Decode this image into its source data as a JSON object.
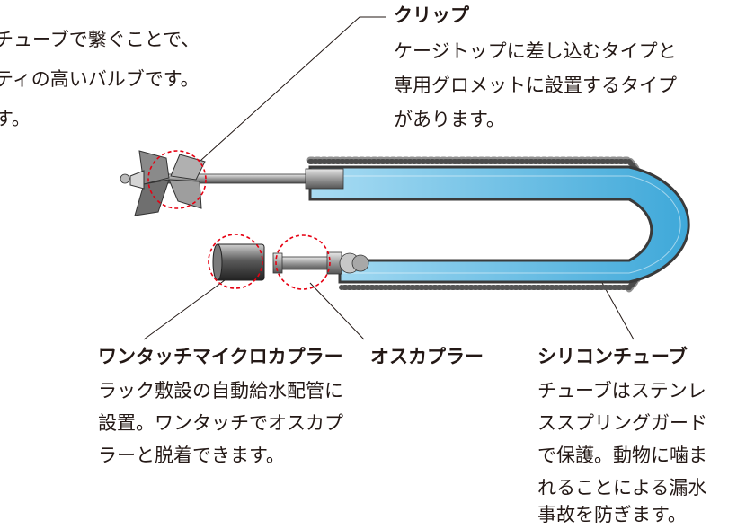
{
  "intro": {
    "lines": [
      "チューブで繋ぐことで、",
      "ティの高いバルブです。",
      "す。"
    ]
  },
  "callouts": {
    "clip": {
      "title": "クリップ",
      "lines": [
        "ケージトップに差し込むタイプと",
        "専用グロメットに設置するタイプ",
        "があります。"
      ]
    },
    "coupler": {
      "title": "ワンタッチマイクロカプラー",
      "lines": [
        "ラック敷設の自動給水配管に",
        "設置。ワンタッチでオスカプ",
        "ラーと脱着できます。"
      ]
    },
    "male": {
      "title": "オスカプラー"
    },
    "tube": {
      "title": "シリコンチューブ",
      "lines": [
        "チューブはステンレ",
        "ススプリングガード",
        "で保護。動物に噛ま",
        "れることによる漏水",
        "事故を防ぎます。"
      ]
    }
  },
  "colors": {
    "text": "#231815",
    "tube_fill": "#5db7e1",
    "tube_wall": "#4a4a4a",
    "spring": "#555555",
    "metal": "#9a9a9a",
    "dashed": "#e60012"
  }
}
